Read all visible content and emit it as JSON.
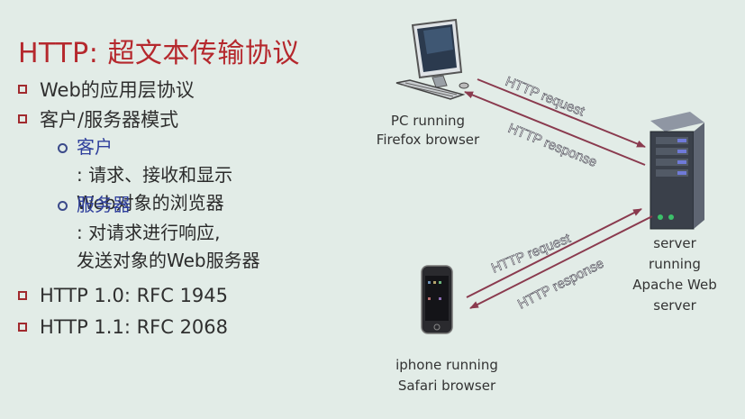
{
  "title": {
    "prefix": "HTTP",
    "colon": ":",
    "rest": "超文本传输协议"
  },
  "bullets": [
    {
      "text": "Web的应用层协议"
    },
    {
      "text": "客户/服务器模式"
    }
  ],
  "sub_bullets": [
    {
      "head": "客户",
      "line1_rest": ": 请求、接收和显示",
      "line2": "Web对象的浏览器"
    },
    {
      "head": "服务器",
      "line1_rest": ": 对请求进行响应,",
      "line2": "发送对象的Web服务器"
    }
  ],
  "versions": [
    {
      "text": "HTTP 1.0: RFC 1945"
    },
    {
      "text": "HTTP 1.1: RFC 2068"
    }
  ],
  "diagram": {
    "pc_label": {
      "line1": "PC running",
      "line2": "Firefox browser"
    },
    "server_label": {
      "line1": "server",
      "line2": "running",
      "line3": "Apache Web",
      "line4": "server"
    },
    "iphone_label": {
      "line1": "iphone running",
      "line2": "Safari browser"
    },
    "arrows": {
      "top_request": "HTTP request",
      "top_response": "HTTP response",
      "bottom_request": "HTTP request",
      "bottom_response": "HTTP response"
    },
    "colors": {
      "arrow": "#8a3a4e",
      "bullet": "#a12a2e",
      "title": "#b5282d",
      "sub_head": "#2f3f9c"
    }
  }
}
